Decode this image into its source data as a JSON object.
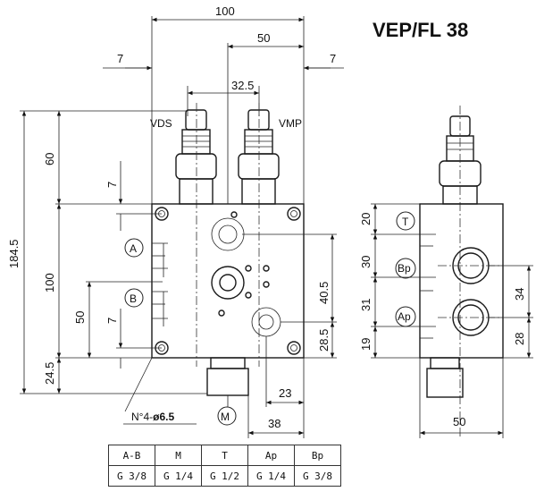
{
  "title": "VEP/FL 38",
  "dimensions": {
    "top_width": "100",
    "top_half": "50",
    "left_offset": "7",
    "right_offset": "7",
    "pitch": "32.5",
    "height_total": "184.5",
    "height_top": "60",
    "height_body": "100",
    "gap_top": "7",
    "port_b": "50",
    "gap_b": "7",
    "bottom": "24.5",
    "right_upper": "40.5",
    "right_lower": "28.5",
    "m_offset": "23",
    "m_width": "38",
    "side_20": "20",
    "side_30": "30",
    "side_31": "31",
    "side_19": "19",
    "side_34": "34",
    "side_28": "28",
    "side_width": "50"
  },
  "labels": {
    "vds": "VDS",
    "vmp": "VMP",
    "holes": "N°4-",
    "hole_dia": "ø6.5"
  },
  "ports": {
    "a": "A",
    "b": "B",
    "m": "M",
    "t": "T",
    "bp": "Bp",
    "ap": "Ap"
  },
  "table": {
    "headers": [
      "A-B",
      "M",
      "T",
      "Ap",
      "Bp"
    ],
    "values": [
      "G 3/8",
      "G 1/4",
      "G 1/2",
      "G 1/4",
      "G 3/8"
    ]
  }
}
